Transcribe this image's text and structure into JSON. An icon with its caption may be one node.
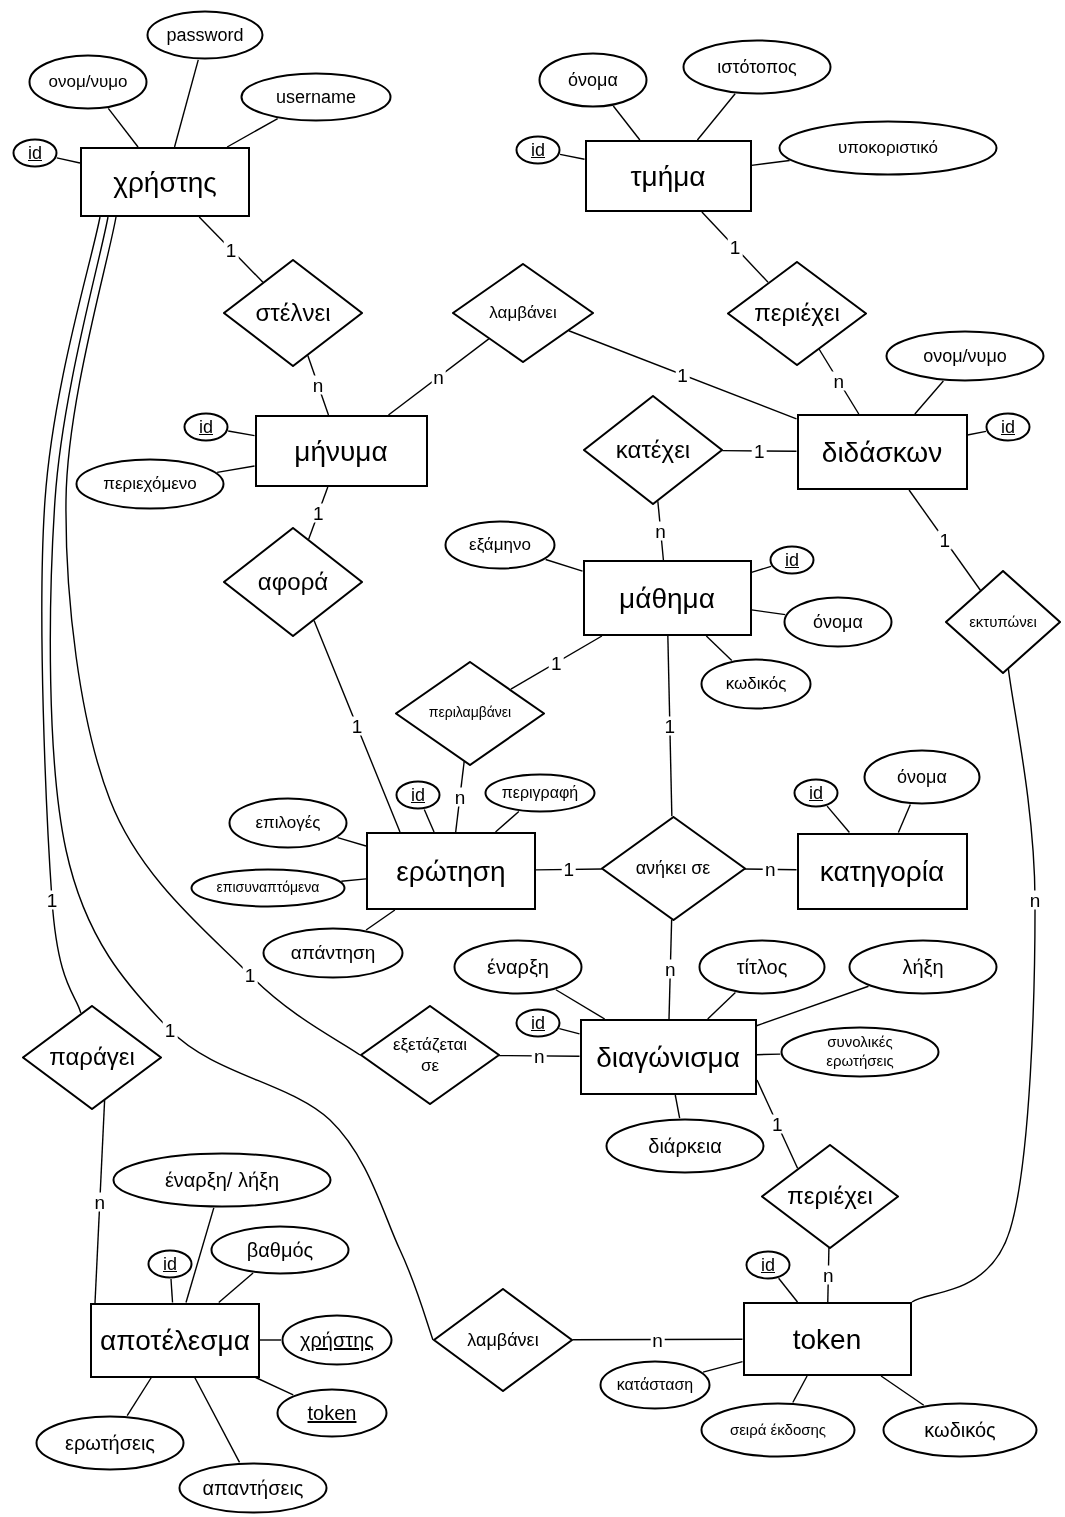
{
  "diagram": {
    "nodes": [
      {
        "text": [
          "password"
        ]
      },
      {
        "text": [
          "ιστότοπος"
        ]
      },
      {
        "text": [
          "όνομα"
        ]
      },
      {
        "text": [
          "ονομ/νυμο"
        ]
      },
      {
        "text": [
          "username"
        ]
      },
      {
        "text": [
          "υποκοριστικό"
        ]
      },
      {
        "text": [
          "id"
        ]
      },
      {
        "text": [
          "χρήστης"
        ]
      },
      {
        "text": [
          "id"
        ]
      },
      {
        "text": [
          "τμήμα"
        ]
      },
      {
        "text": [
          "στέλνει"
        ]
      },
      {
        "text": [
          "λαμβάνει"
        ]
      },
      {
        "text": [
          "περιέχει"
        ]
      },
      {
        "text": [
          "ονομ/νυμο"
        ]
      },
      {
        "text": [
          "id"
        ]
      },
      {
        "text": [
          "μήνυμα"
        ]
      },
      {
        "text": [
          "κατέχει"
        ]
      },
      {
        "text": [
          "διδάσκων"
        ]
      },
      {
        "text": [
          "id"
        ]
      },
      {
        "text": [
          "περιεχόμενο"
        ]
      },
      {
        "text": [
          "εξάμηνο"
        ]
      },
      {
        "text": [
          "id"
        ]
      },
      {
        "text": [
          "αφορά"
        ]
      },
      {
        "text": [
          "μάθημα"
        ]
      },
      {
        "text": [
          "όνομα"
        ]
      },
      {
        "text": [
          "εκτυπώνει"
        ]
      },
      {
        "text": [
          "κωδικός"
        ]
      },
      {
        "text": [
          "περιλαμβάνει"
        ]
      },
      {
        "text": [
          "όνομα"
        ]
      },
      {
        "text": [
          "id"
        ]
      },
      {
        "text": [
          "περιγραφή"
        ]
      },
      {
        "text": [
          "id"
        ]
      },
      {
        "text": [
          "επιλογές"
        ]
      },
      {
        "text": [
          "ερώτηση"
        ]
      },
      {
        "text": [
          "ανήκει σε"
        ]
      },
      {
        "text": [
          "κατηγορία"
        ]
      },
      {
        "text": [
          "επισυναπτόμενα"
        ]
      },
      {
        "text": [
          "απάντηση"
        ]
      },
      {
        "text": [
          "έναρξη"
        ]
      },
      {
        "text": [
          "τίτλος"
        ]
      },
      {
        "text": [
          "λήξη"
        ]
      },
      {
        "text": [
          "id"
        ]
      },
      {
        "text": [
          "διαγώνισμα"
        ]
      },
      {
        "text": [
          "συνολικές ερωτήσεις"
        ]
      },
      {
        "text": [
          "παράγει"
        ]
      },
      {
        "text": [
          "εξετάζεται σε"
        ]
      },
      {
        "text": [
          "διάρκεια"
        ]
      },
      {
        "text": [
          "έναρξη/ λήξη"
        ]
      },
      {
        "text": [
          "περιέχει"
        ]
      },
      {
        "text": [
          "βαθμός"
        ]
      },
      {
        "text": [
          "id"
        ]
      },
      {
        "text": [
          "id"
        ]
      },
      {
        "text": [
          "αποτέλεσμα"
        ]
      },
      {
        "text": [
          "χρήστης"
        ]
      },
      {
        "text": [
          "λαμβάνει"
        ]
      },
      {
        "text": [
          "token"
        ]
      },
      {
        "text": [
          "κατάσταση"
        ]
      },
      {
        "text": [
          "token"
        ]
      },
      {
        "text": [
          "σειρά έκδοσης"
        ]
      },
      {
        "text": [
          "ερωτήσεις"
        ]
      },
      {
        "text": [
          "κωδικός"
        ]
      },
      {
        "text": [
          "απαντήσεις"
        ]
      }
    ],
    "edges": [
      {
        "from": 7,
        "to": 3,
        "arrow": "none"
      },
      {
        "from": 7,
        "to": 0,
        "arrow": "none"
      },
      {
        "from": 7,
        "to": 4,
        "arrow": "none"
      },
      {
        "from": 7,
        "to": 6,
        "arrow": "none"
      },
      {
        "from": 9,
        "to": 2,
        "arrow": "none"
      },
      {
        "from": 9,
        "to": 1,
        "arrow": "none"
      },
      {
        "from": 9,
        "to": 5,
        "arrow": "none"
      },
      {
        "from": 9,
        "to": 8,
        "arrow": "none"
      },
      {
        "from": 15,
        "to": 14,
        "arrow": "none"
      },
      {
        "from": 15,
        "to": 19,
        "arrow": "none"
      },
      {
        "from": 17,
        "to": 13,
        "arrow": "none"
      },
      {
        "from": 17,
        "to": 18,
        "arrow": "none"
      },
      {
        "from": 23,
        "to": 20,
        "arrow": "none"
      },
      {
        "from": 23,
        "to": 21,
        "arrow": "none"
      },
      {
        "from": 23,
        "to": 24,
        "arrow": "none"
      },
      {
        "from": 23,
        "to": 26,
        "arrow": "none"
      },
      {
        "from": 33,
        "to": 29,
        "arrow": "none"
      },
      {
        "from": 33,
        "to": 30,
        "arrow": "none"
      },
      {
        "from": 33,
        "to": 32,
        "arrow": "none"
      },
      {
        "from": 33,
        "to": 36,
        "arrow": "none"
      },
      {
        "from": 33,
        "to": 37,
        "arrow": "none"
      },
      {
        "from": 35,
        "to": 31,
        "arrow": "none"
      },
      {
        "from": 35,
        "to": 28,
        "arrow": "none"
      },
      {
        "from": 42,
        "to": 38,
        "arrow": "none"
      },
      {
        "from": 42,
        "to": 39,
        "arrow": "none"
      },
      {
        "from": 42,
        "to": 40,
        "arrow": "none"
      },
      {
        "from": 42,
        "to": 41,
        "arrow": "none"
      },
      {
        "from": 42,
        "to": 43,
        "arrow": "none"
      },
      {
        "from": 42,
        "to": 46,
        "arrow": "none"
      },
      {
        "from": 52,
        "to": 47,
        "arrow": "none"
      },
      {
        "from": 52,
        "to": 50,
        "arrow": "none"
      },
      {
        "from": 52,
        "to": 49,
        "arrow": "none"
      },
      {
        "from": 52,
        "to": 53,
        "arrow": "none"
      },
      {
        "from": 52,
        "to": 57,
        "arrow": "none"
      },
      {
        "from": 52,
        "to": 59,
        "arrow": "none"
      },
      {
        "from": 52,
        "to": 61,
        "arrow": "none"
      },
      {
        "from": 55,
        "to": 51,
        "arrow": "none"
      },
      {
        "from": 55,
        "to": 56,
        "arrow": "none"
      },
      {
        "from": 55,
        "to": 58,
        "arrow": "none"
      },
      {
        "from": 55,
        "to": 60,
        "arrow": "none"
      },
      {
        "from": 7,
        "to": 10,
        "arrow": "none",
        "label": "1"
      },
      {
        "from": 10,
        "to": 15,
        "arrow": "none",
        "label": "n"
      },
      {
        "from": 15,
        "to": 11,
        "arrow": "none",
        "label": "n"
      },
      {
        "from": 11,
        "to": 17,
        "arrow": "none",
        "label": "1"
      },
      {
        "from": 9,
        "to": 12,
        "arrow": "none",
        "label": "1"
      },
      {
        "from": 12,
        "to": 17,
        "arrow": "none",
        "label": "n"
      },
      {
        "from": 17,
        "to": 16,
        "arrow": "none",
        "label": "1"
      },
      {
        "from": 16,
        "to": 23,
        "arrow": "none",
        "label": "n"
      },
      {
        "from": 15,
        "to": 22,
        "arrow": "none",
        "label": "1"
      },
      {
        "from": 22,
        "to": 33,
        "arrow": "none",
        "label": "1"
      },
      {
        "from": 23,
        "to": 27,
        "arrow": "none",
        "label": "1"
      },
      {
        "from": 27,
        "to": 33,
        "arrow": "none",
        "label": "n"
      },
      {
        "from": 23,
        "to": 34,
        "arrow": "none",
        "label": "1"
      },
      {
        "from": 33,
        "to": 34,
        "arrow": "none",
        "label": "1"
      },
      {
        "from": 34,
        "to": 35,
        "arrow": "none",
        "label": "n"
      },
      {
        "from": 34,
        "to": 42,
        "arrow": "none",
        "label": "n"
      },
      {
        "from": 17,
        "to": 25,
        "arrow": "none",
        "label": "1"
      },
      {
        "from": 25,
        "to": 55,
        "arrow": "none",
        "label": "n"
      },
      {
        "from": 7,
        "to": 44,
        "arrow": "none",
        "label": "1"
      },
      {
        "from": 44,
        "to": 52,
        "arrow": "none",
        "label": "n"
      },
      {
        "from": 7,
        "to": 45,
        "arrow": "none",
        "label": "1"
      },
      {
        "from": 45,
        "to": 42,
        "arrow": "none",
        "label": "n"
      },
      {
        "from": 7,
        "to": 54,
        "arrow": "none",
        "label": "1"
      },
      {
        "from": 54,
        "to": 55,
        "arrow": "none",
        "label": "n"
      },
      {
        "from": 42,
        "to": 48,
        "arrow": "none",
        "label": "1"
      },
      {
        "from": 48,
        "to": 55,
        "arrow": "none",
        "label": "n"
      }
    ]
  }
}
